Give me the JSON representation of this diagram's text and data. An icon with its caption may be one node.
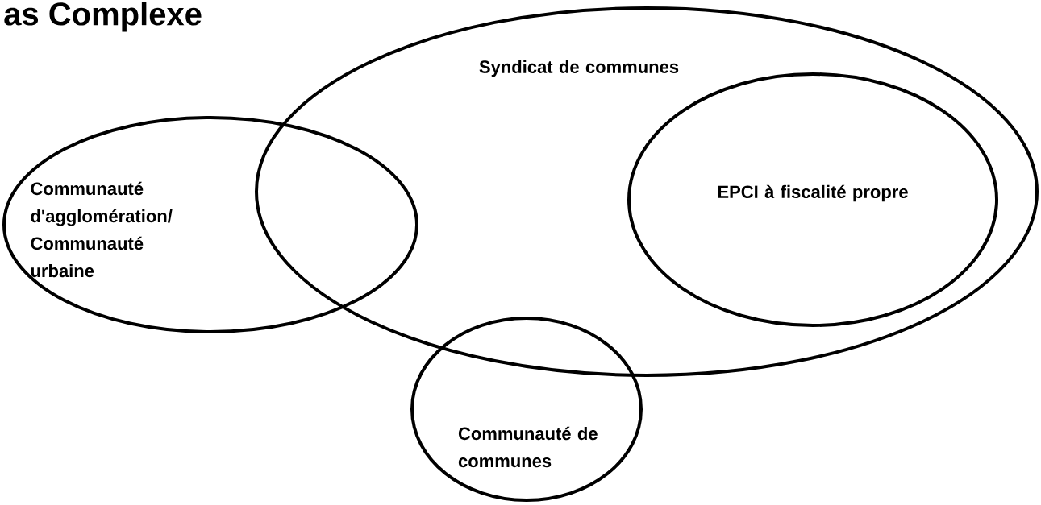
{
  "diagram": {
    "title": "as Complexe",
    "nodes": [
      {
        "text": [
          "Syndicat de communes"
        ]
      },
      {
        "text": [
          "EPCI à fiscalité propre"
        ],
        "in": 0
      },
      {
        "text": [
          "Communauté d'agglomération/ Communauté urbaine"
        ]
      },
      {
        "text": [
          "Communauté de communes"
        ]
      }
    ]
  }
}
